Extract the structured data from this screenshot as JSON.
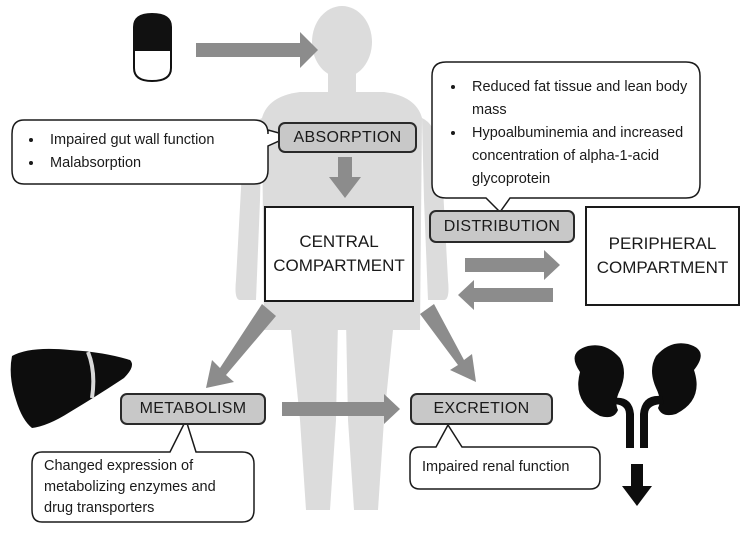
{
  "stages": {
    "absorption": "ABSORPTION",
    "distribution": "DISTRIBUTION",
    "metabolism": "METABOLISM",
    "excretion": "EXCRETION"
  },
  "compartments": {
    "central": [
      "CENTRAL",
      "COMPARTMENT"
    ],
    "peripheral": [
      "PERIPHERAL",
      "COMPARTMENT"
    ]
  },
  "callouts": {
    "absorption": [
      "Impaired gut wall function",
      "Malabsorption"
    ],
    "distribution": [
      "Reduced fat tissue and lean body mass",
      "Hypoalbuminemia and increased concentration of alpha-1-acid glycoprotein"
    ],
    "metabolism": [
      "Changed expression of",
      "metabolizing enzymes and",
      "drug transporters"
    ],
    "excretion": "Impaired renal function"
  },
  "icons": [
    "pill-icon",
    "human-silhouette-icon",
    "liver-icon",
    "kidneys-icon",
    "down-arrow-icon"
  ],
  "colors": {
    "arrow": "#8c8c8c",
    "stage_fill": "#c8c8c8",
    "silhouette": "#dadada",
    "organ": "#0d0d0d"
  }
}
